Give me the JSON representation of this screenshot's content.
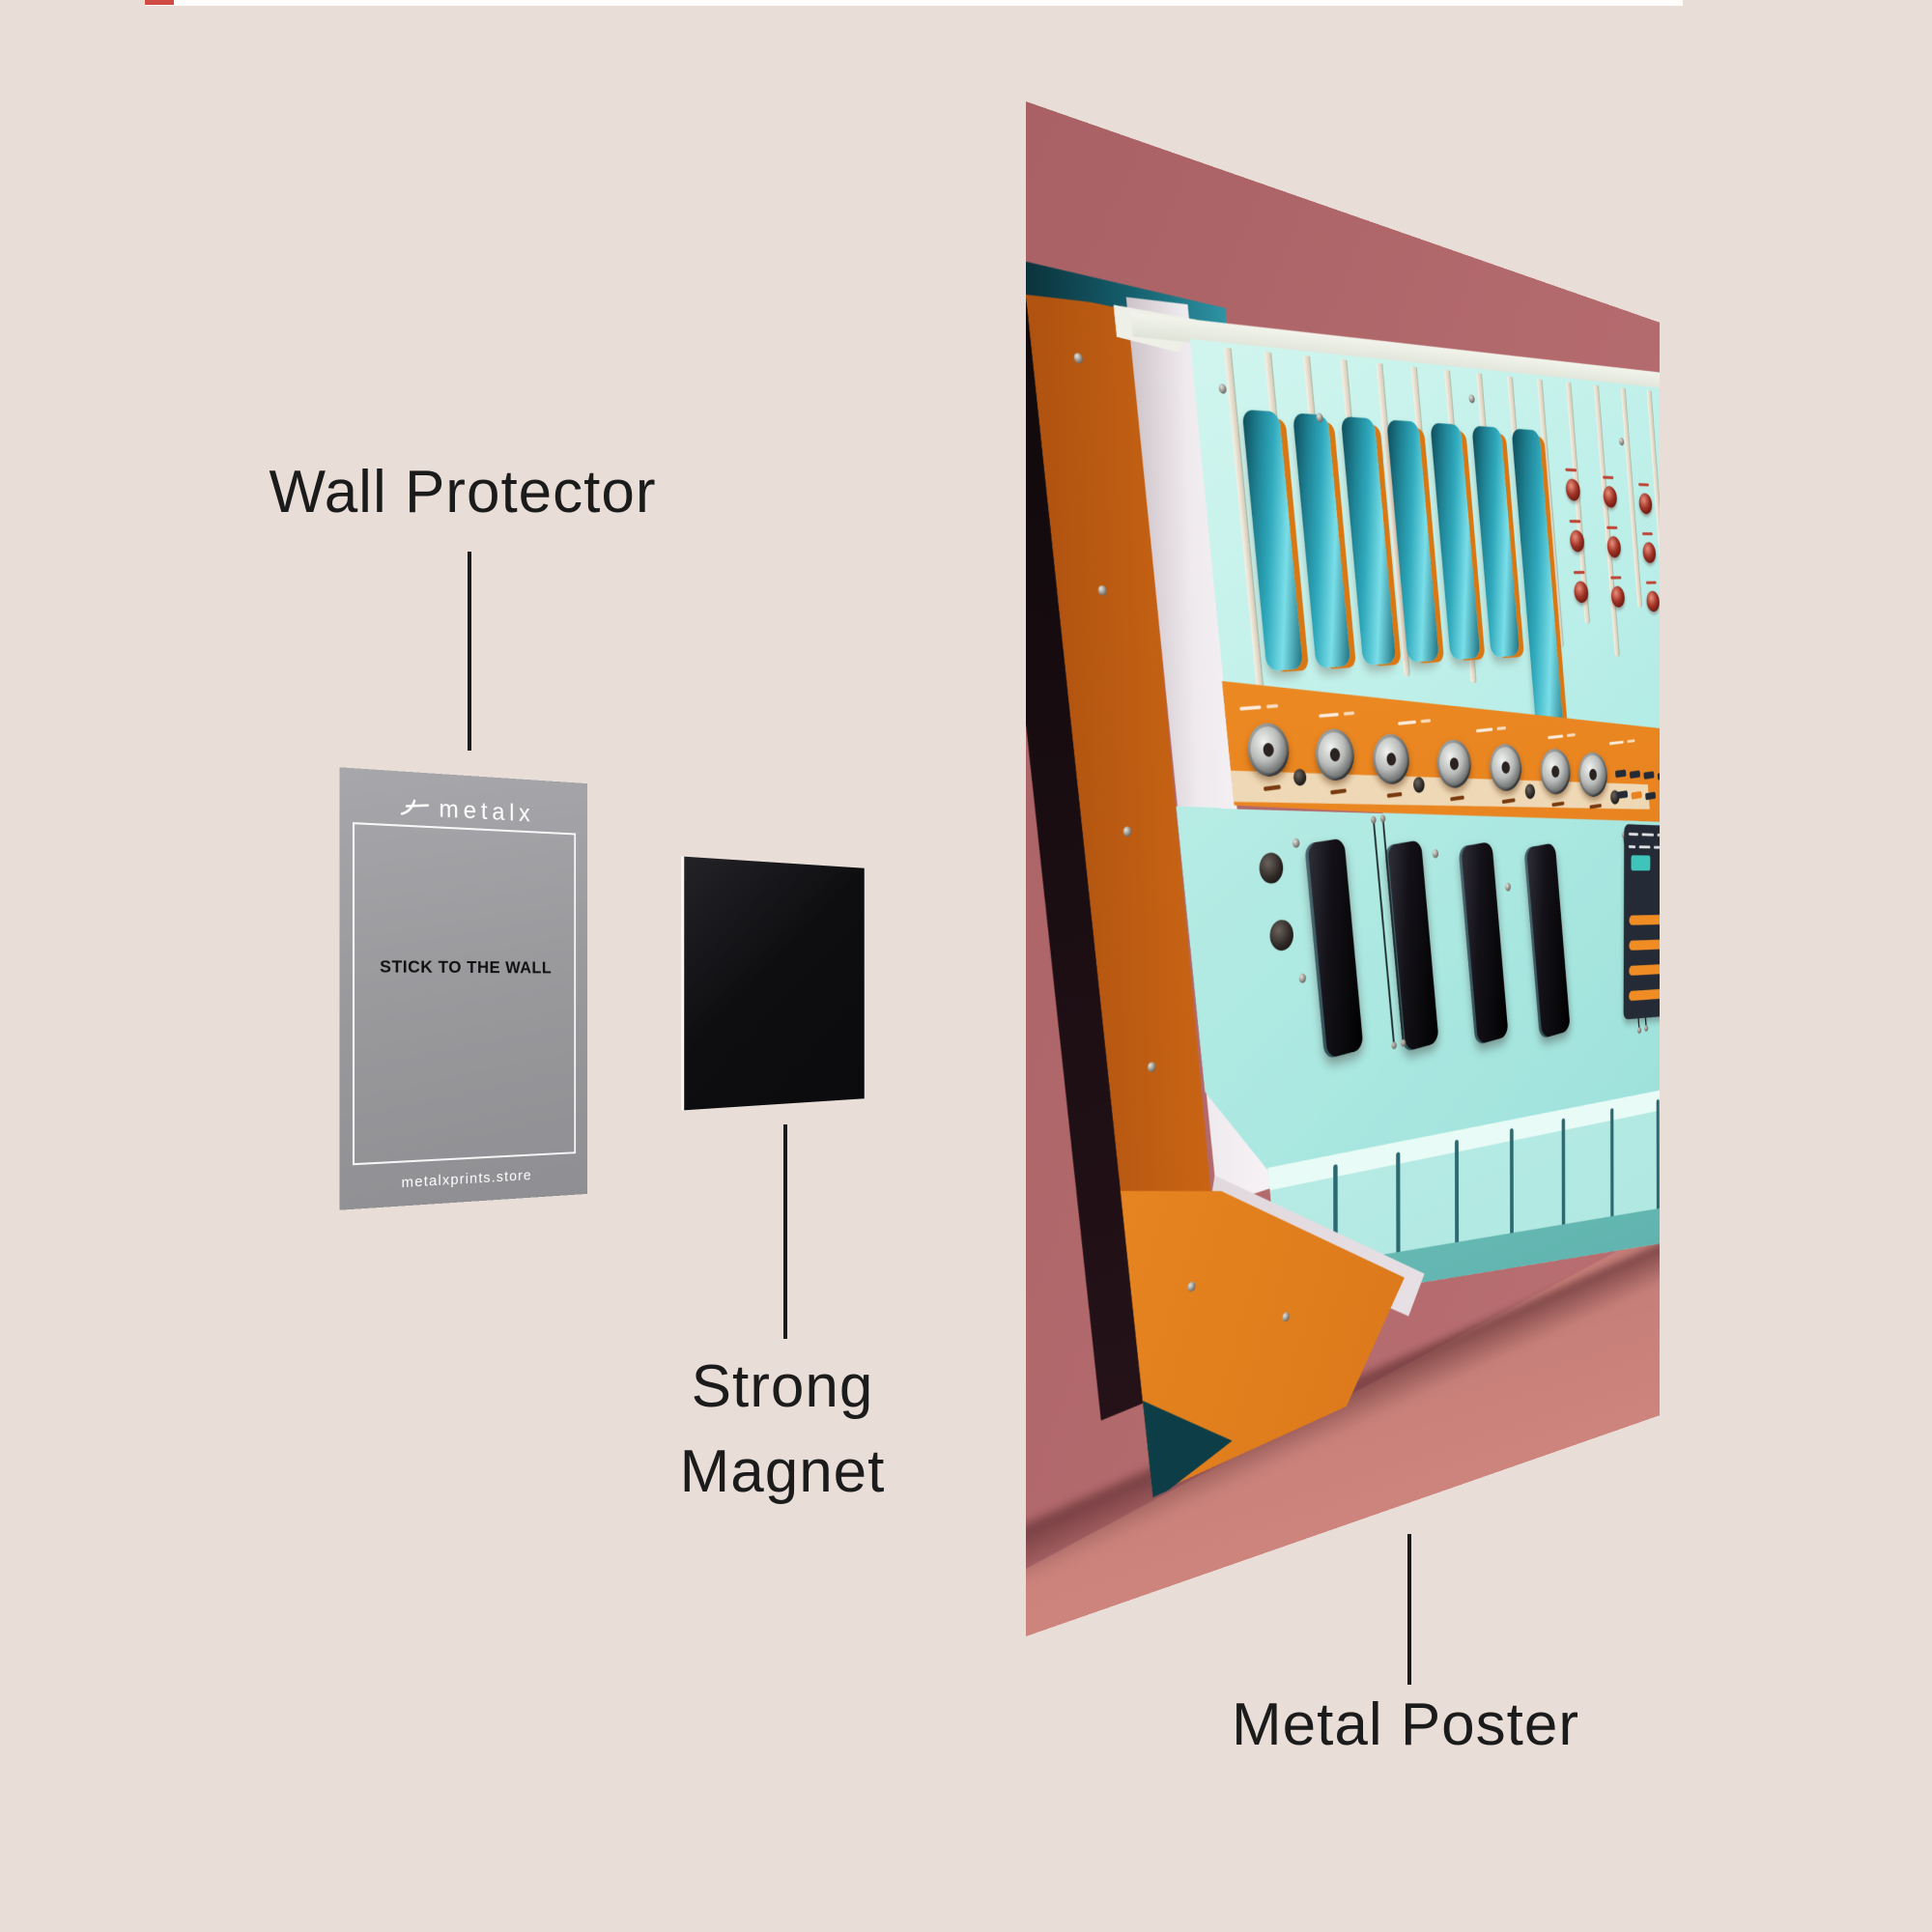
{
  "theme": {
    "page_bg": "#e9ddd7",
    "ink": "#1b1b1b",
    "top_strip": "#fffdfb",
    "top_strip_accent": "#cf4a43",
    "card_gray": "#9c9c9f",
    "card_text": "#111111",
    "card_white": "#ffffff",
    "magnet_black": "#0b0b0d",
    "wall_mauve": "#b2696c",
    "floor_rose": "#c57d78",
    "synth_orange": "#e8831f",
    "synth_cyan": "#b4ece6",
    "synth_teal": "#2fa9bc",
    "synth_black": "#17161c",
    "synth_navy": "#242b36",
    "synth_ivory": "#efe9dd"
  },
  "labels": {
    "wall_protector": "Wall Protector",
    "strong_magnet": "Strong\nMagnet",
    "metal_poster": "Metal Poster"
  },
  "card": {
    "brand": "metalx",
    "center_text": "STICK TO THE WALL",
    "footer_text": "metalxprints.store"
  }
}
